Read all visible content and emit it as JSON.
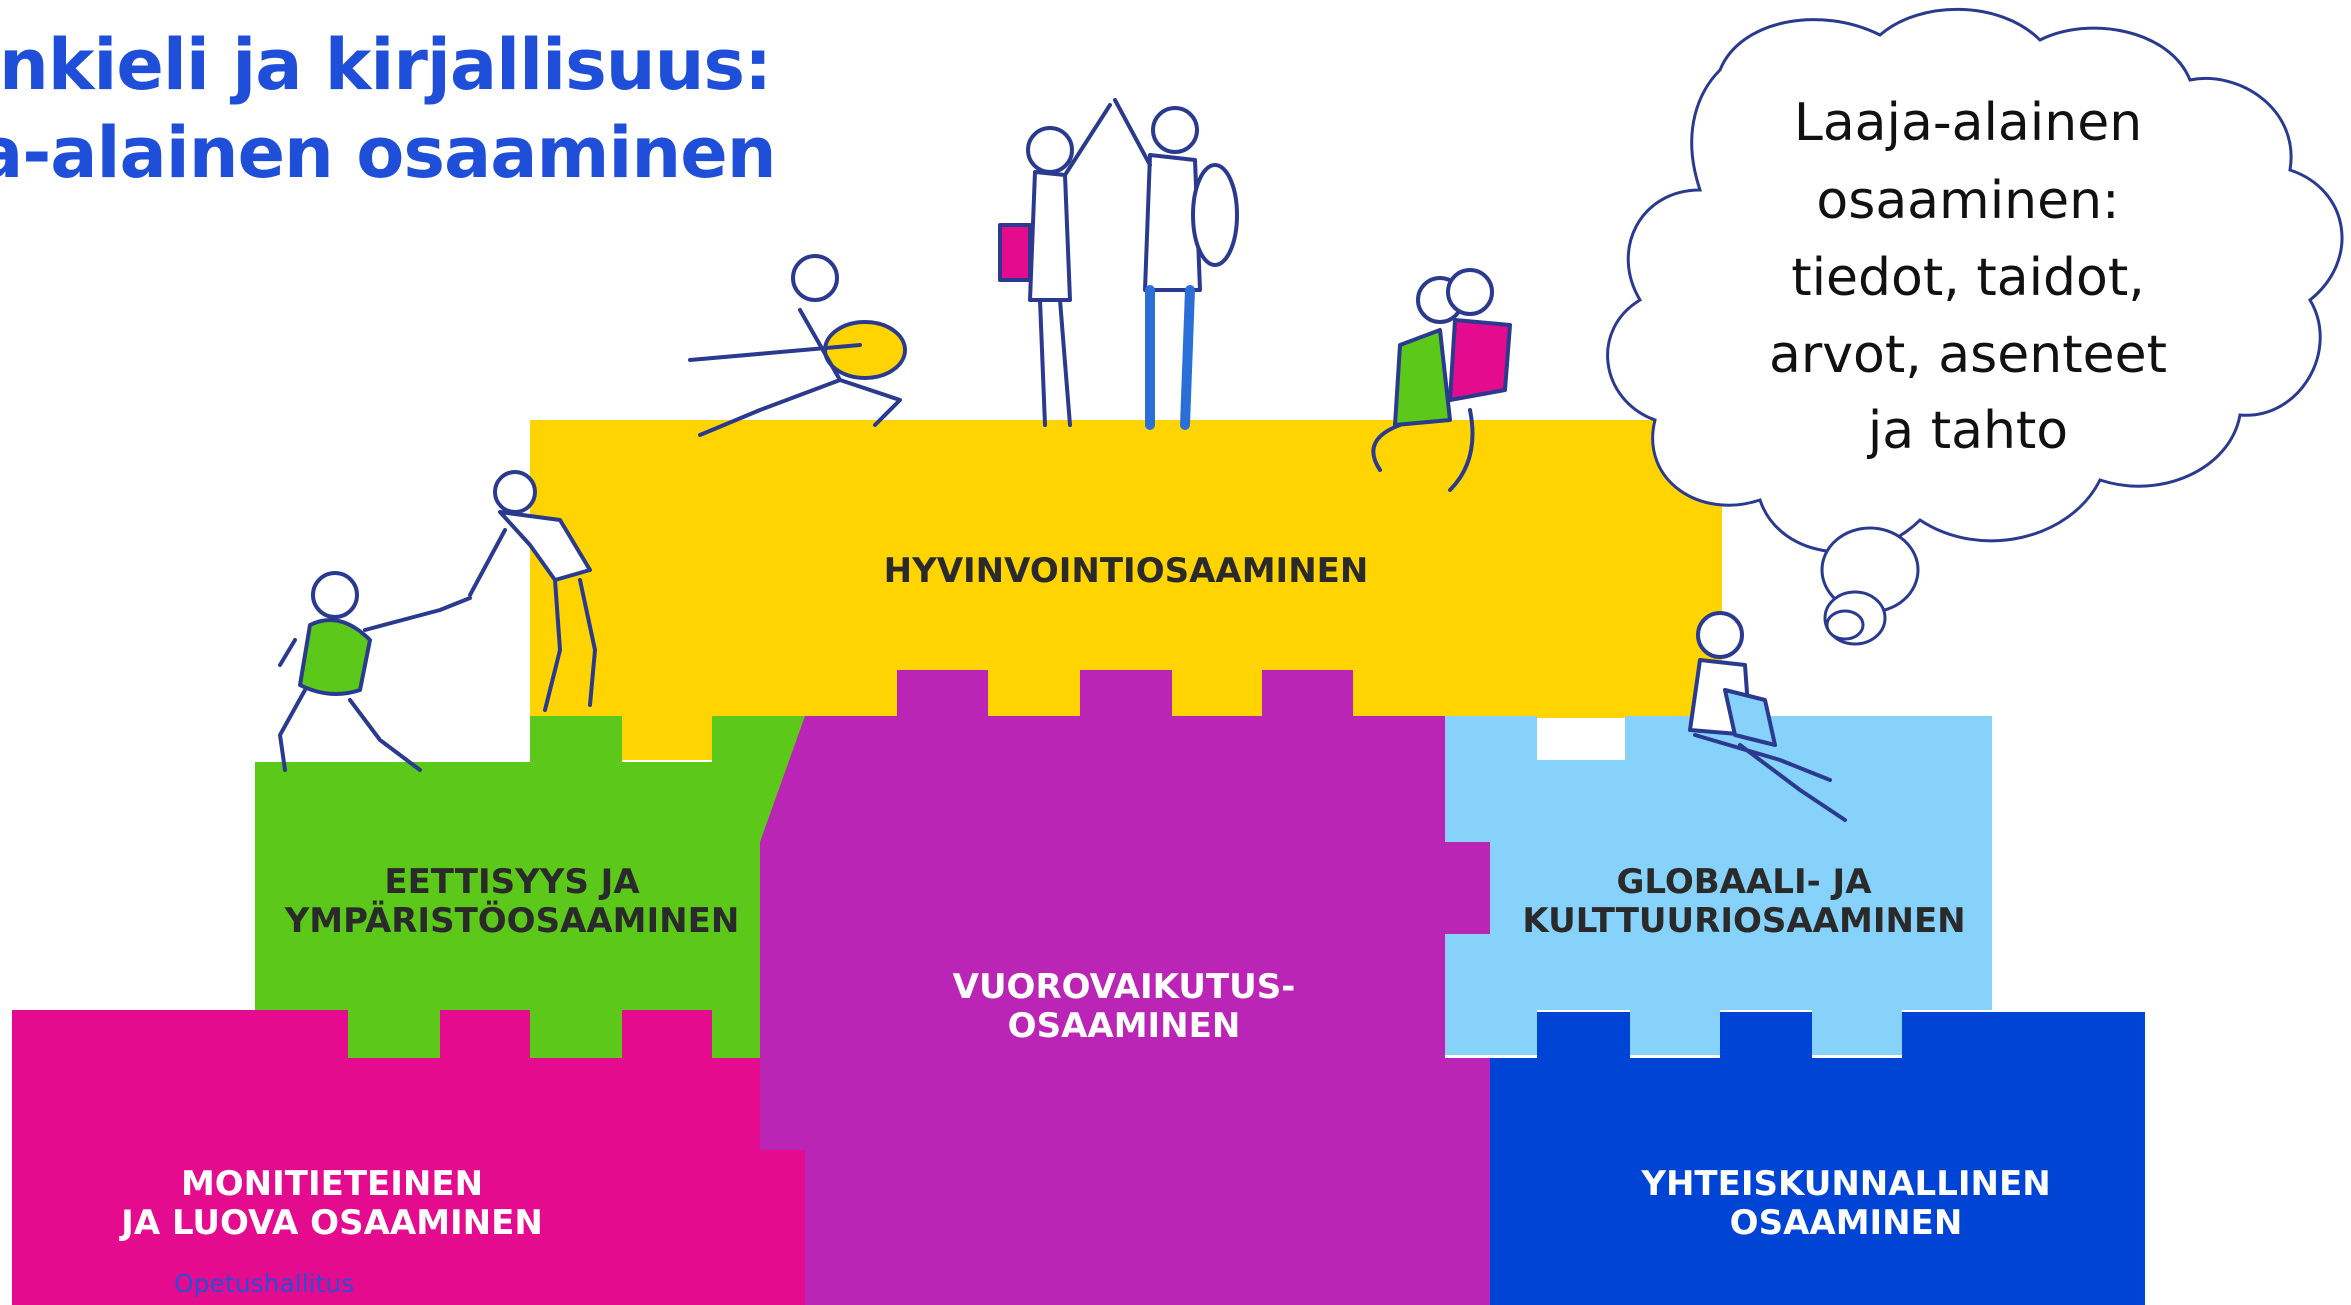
{
  "title": {
    "line1": "inkieli ja kirjallisuus:",
    "line2": "a-alainen osaaminen"
  },
  "blocks": {
    "hyvinvointi": "HYVINVOINTIOSAAMINEN",
    "eettisyys": [
      "EETTISYYS JA",
      "YMPÄRISTÖOSAAMINEN"
    ],
    "vuorovaikutus": [
      "VUOROVAIKUTUS-",
      "OSAAMINEN"
    ],
    "globaali": [
      "GLOBAALI- JA",
      "KULTTUURIOSAAMINEN"
    ],
    "monitieteinen": [
      "MONITIETEINEN",
      "JA LUOVA OSAAMINEN"
    ],
    "yhteiskunnallinen": [
      "YHTEISKUNNALLINEN",
      "OSAAMINEN"
    ]
  },
  "thought_bubble": [
    "Laaja-alainen",
    "osaaminen:",
    "tiedot, taidot,",
    "arvot, asenteet",
    "ja tahto"
  ],
  "credit": "Opetushallitus",
  "colors": {
    "title_blue": "#1f4fd8",
    "yellow": "#ffd400",
    "green": "#5cc81a",
    "purple": "#bb25b5",
    "light_blue": "#86d2fb",
    "magenta": "#e40b8e",
    "dark_blue": "#0044d6"
  }
}
